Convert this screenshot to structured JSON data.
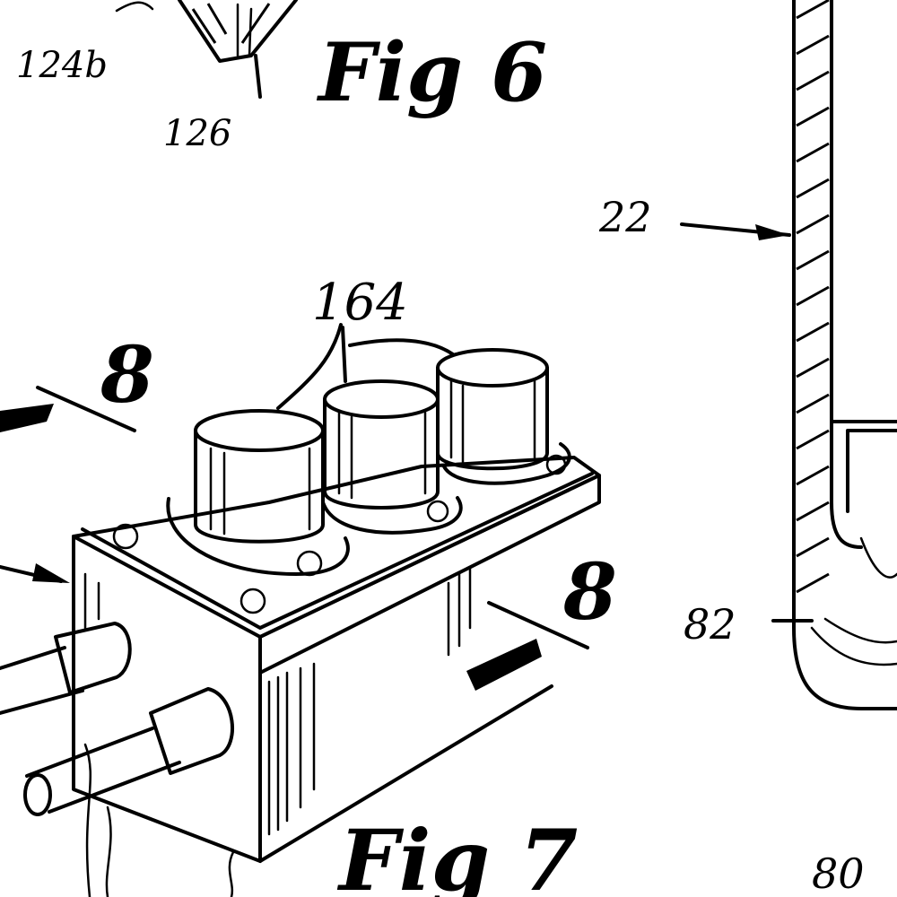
{
  "figures": {
    "fig6": "Fig 6",
    "fig7": "Fig 7"
  },
  "refs": {
    "r124b": "124b",
    "r126": "126",
    "r164": "164",
    "r22": "22",
    "r82": "82",
    "r80": "80",
    "section_a": "8",
    "section_b": "8"
  }
}
